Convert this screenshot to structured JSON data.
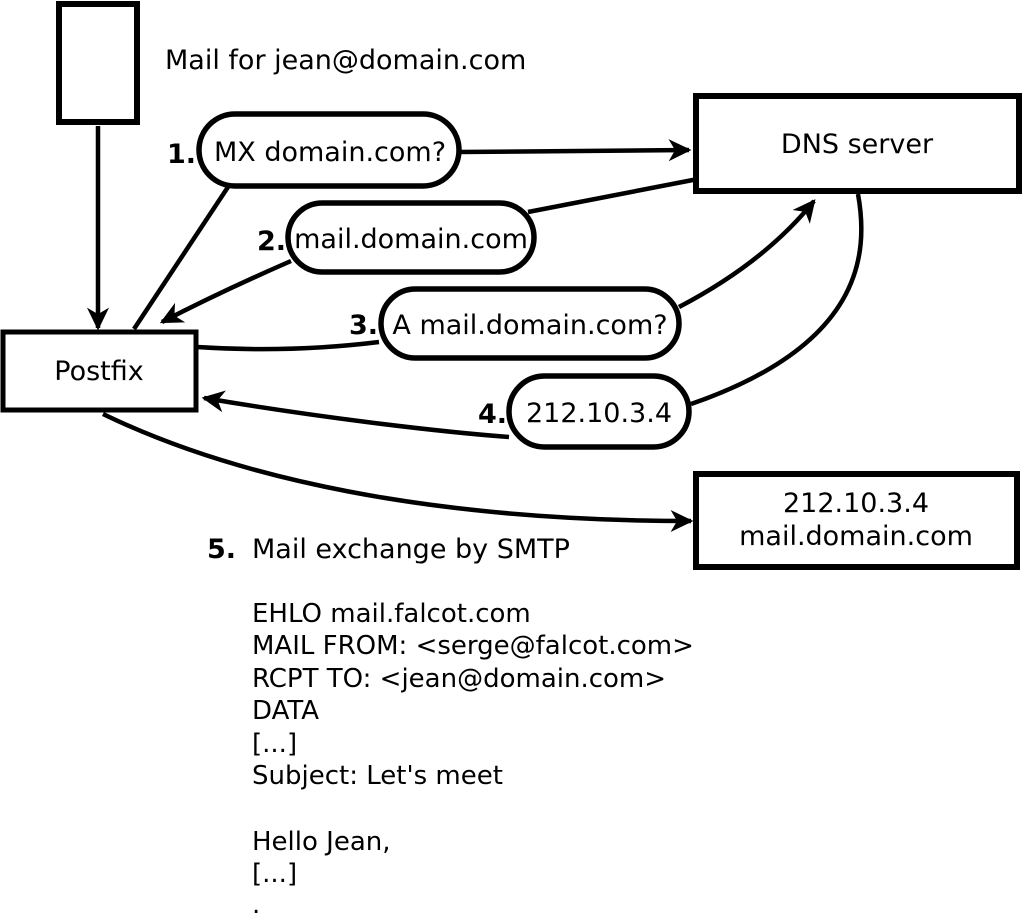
{
  "annotation": {
    "mail_note": "Mail for jean@domain.com"
  },
  "nodes": {
    "postfix": {
      "label": "Postfix"
    },
    "dns_server": {
      "label": "DNS server"
    },
    "mail_server": {
      "line1": "212.10.3.4",
      "line2": "mail.domain.com"
    }
  },
  "steps": [
    {
      "num": "1.",
      "label": "MX domain.com?"
    },
    {
      "num": "2.",
      "label": "mail.domain.com"
    },
    {
      "num": "3.",
      "label": "A mail.domain.com?"
    },
    {
      "num": "4.",
      "label": "212.10.3.4"
    },
    {
      "num": "5.",
      "label": "Mail exchange by SMTP"
    }
  ],
  "smtp_transcript": {
    "lines": [
      "EHLO mail.falcot.com",
      "MAIL FROM: <serge@falcot.com>",
      "RCPT TO: <jean@domain.com>",
      "DATA",
      "[...]",
      "Subject: Let's meet",
      "Hello Jean,",
      "[...]",
      "."
    ]
  },
  "colors": {
    "foreground": "#000000",
    "background": "#ffffff"
  }
}
